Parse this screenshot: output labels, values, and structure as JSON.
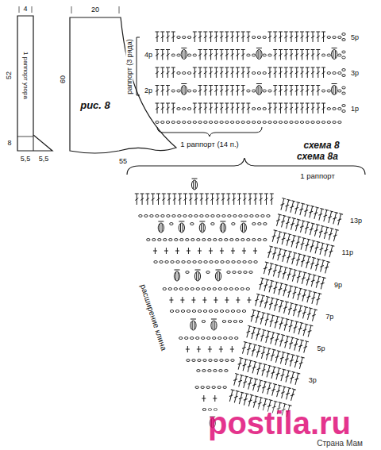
{
  "diagram": {
    "labels": [
      "4",
      "52",
      "1 раппорт узора",
      "8",
      "5,5",
      "5,5",
      "20",
      "60",
      "рис. 8",
      "55",
      "раппорт (3 ряда)",
      "5р",
      "4р",
      "3р",
      "2р",
      "1р",
      "1 раппорт (14 п.)",
      "схема 8",
      "схема 8а",
      "1 раппорт",
      "13р",
      "11р",
      "9р",
      "7р",
      "5р",
      "3р",
      "расширение клина",
      "postila.ru",
      "Страна Мам"
    ]
  }
}
